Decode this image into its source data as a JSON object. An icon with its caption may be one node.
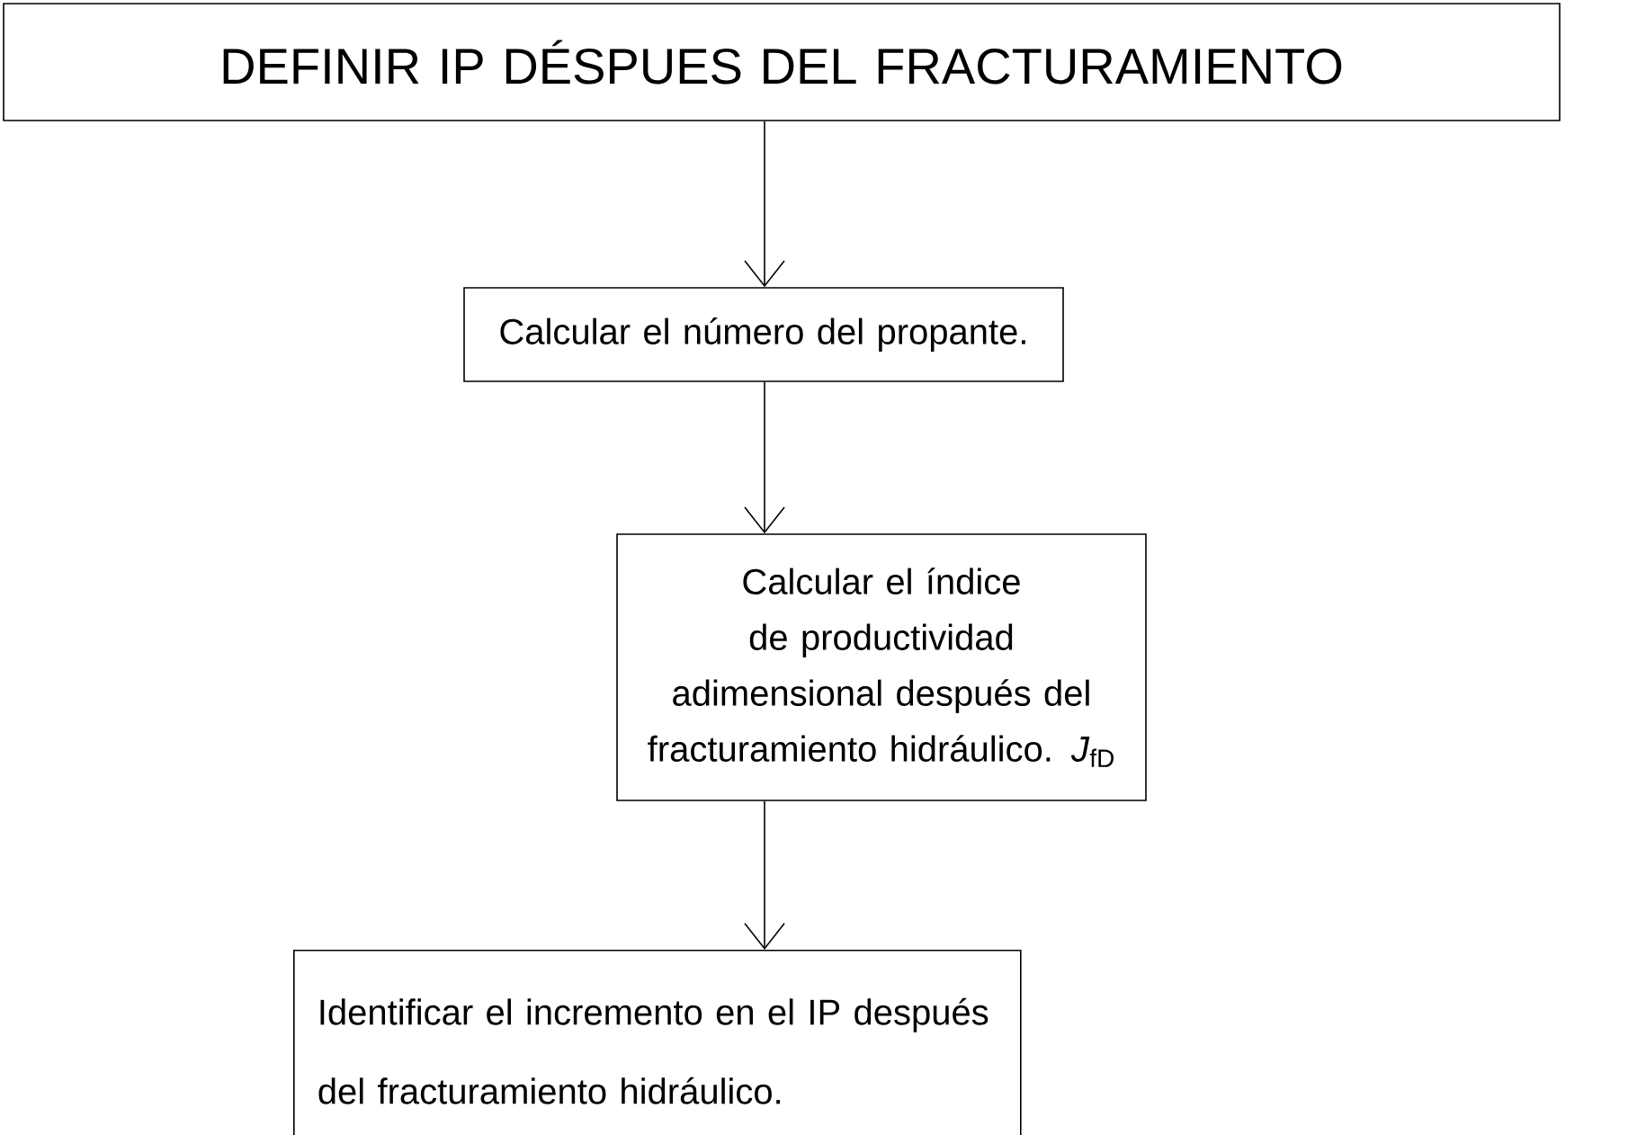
{
  "diagram": {
    "nodes": [
      {
        "text": [
          "DEFINIR IP DÉSPUES DEL FRACTURAMIENTO"
        ]
      },
      {
        "text": [
          "Calcular el número del propante."
        ]
      },
      {
        "text": [
          "Calcular el índice de productividad adimensional después del fracturamiento hidráulico. *J*$_{fD}$"
        ]
      },
      {
        "text": [
          "Identificar el incremento en el IP después del fracturamiento hidráulico."
        ]
      }
    ],
    "edges": [
      {
        "from": 0,
        "to": 1,
        "arrow": "to"
      },
      {
        "from": 1,
        "to": 2,
        "arrow": "to"
      },
      {
        "from": 2,
        "to": 3,
        "arrow": "to"
      }
    ]
  }
}
